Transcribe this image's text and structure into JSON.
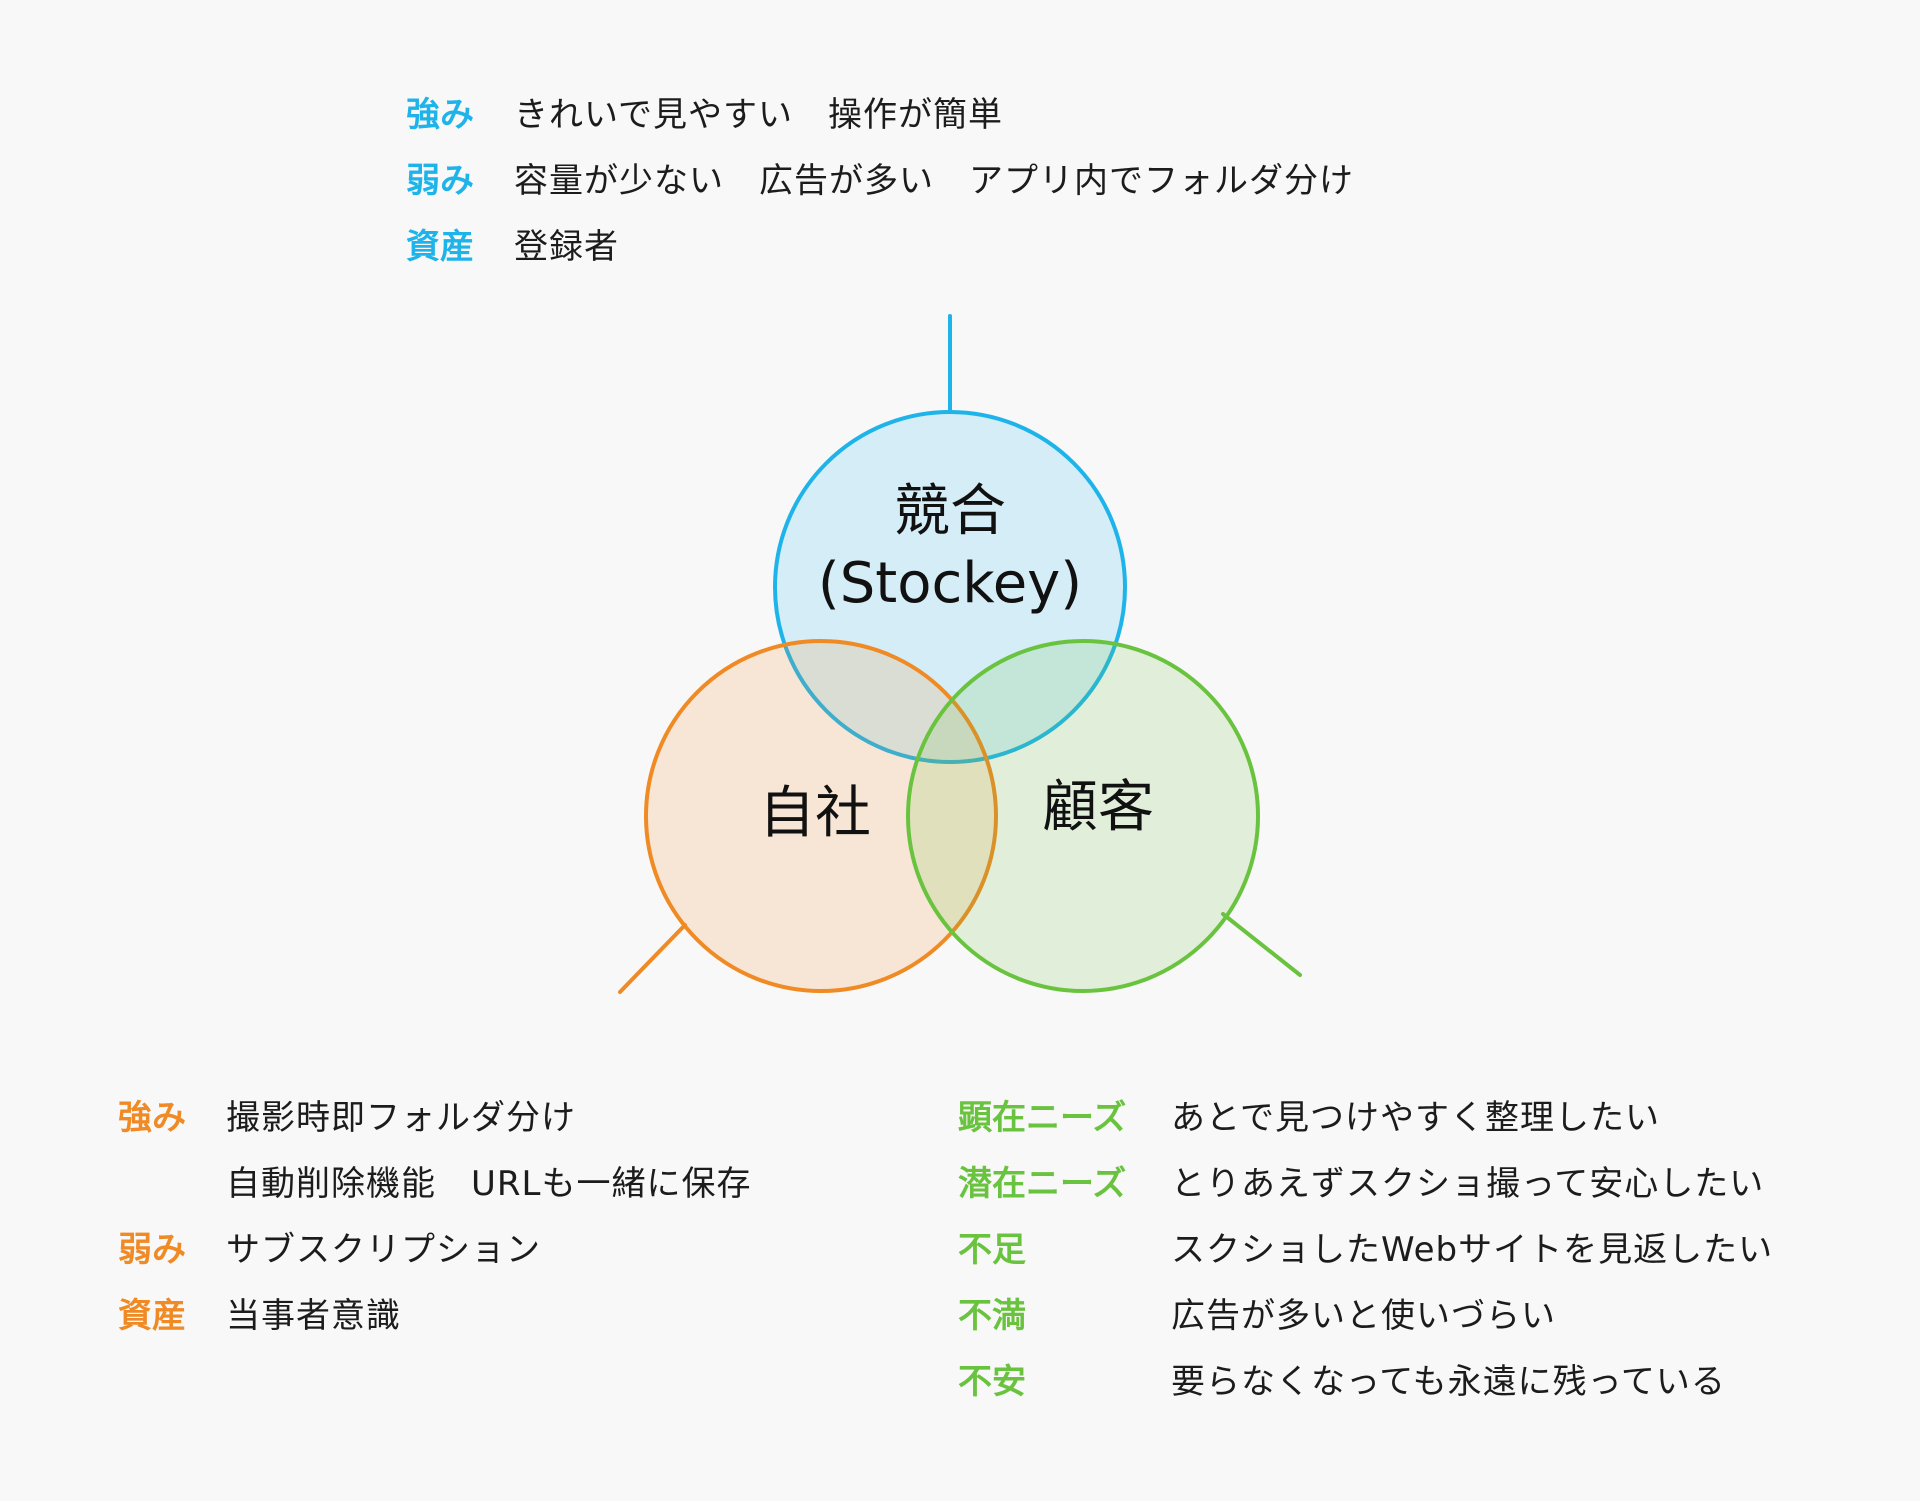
{
  "colors": {
    "competitor": "#1eb4ea",
    "competitor_fill": "#d5edf8",
    "self": "#f08a24",
    "self_fill": "#f9e7d8",
    "customer": "#6ac33f",
    "customer_fill": "#e2f1d9",
    "background": "#f8f8f8"
  },
  "diagram": {
    "competitor_title": "競合",
    "competitor_subtitle": "(Stockey)",
    "self_title": "自社",
    "customer_title": "顧客"
  },
  "competitor_details": [
    {
      "label": "強み",
      "text": "きれいで見やすい　操作が簡単"
    },
    {
      "label": "弱み",
      "text": "容量が少ない　広告が多い　アプリ内でフォルダ分け"
    },
    {
      "label": "資産",
      "text": "登録者"
    }
  ],
  "self_details": [
    {
      "label": "強み",
      "text": "撮影時即フォルダ分け"
    },
    {
      "label": "",
      "text": "自動削除機能　URLも一緒に保存"
    },
    {
      "label": "弱み",
      "text": "サブスクリプション"
    },
    {
      "label": "資産",
      "text": "当事者意識"
    }
  ],
  "customer_details": [
    {
      "label": "顕在ニーズ",
      "text": "あとで見つけやすく整理したい"
    },
    {
      "label": "潜在ニーズ",
      "text": "とりあえずスクショ撮って安心したい"
    },
    {
      "label": "不足",
      "text": "スクショしたWebサイトを見返したい"
    },
    {
      "label": "不満",
      "text": "広告が多いと使いづらい"
    },
    {
      "label": "不安",
      "text": "要らなくなっても永遠に残っている"
    }
  ]
}
